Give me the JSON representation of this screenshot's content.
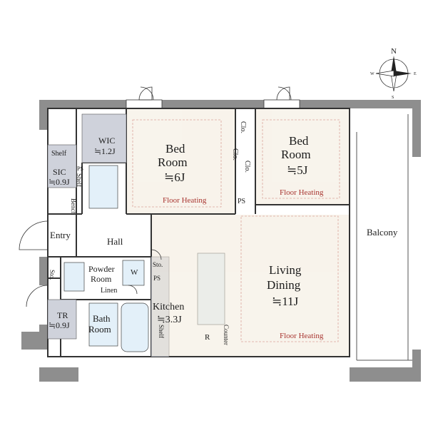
{
  "compass": {
    "n": "N",
    "s": "S",
    "e": "E",
    "w": "W"
  },
  "rooms": {
    "bed1": {
      "name_line1": "Bed",
      "name_line2": "Room",
      "size": "≒6J",
      "floor_heating": "Floor Heating"
    },
    "bed2": {
      "name_line1": "Bed",
      "name_line2": "Room",
      "size": "≒5J",
      "floor_heating": "Floor Heating"
    },
    "living": {
      "name_line1": "Living",
      "name_line2": "Dining",
      "size": "≒11J",
      "floor_heating": "Floor Heating"
    },
    "kitchen": {
      "name": "Kitchen",
      "size": "≒3.3J"
    },
    "wic": {
      "name": "WIC",
      "size": "≒1.2J"
    },
    "sic": {
      "name": "SIC",
      "size": "≒0.9J"
    },
    "tr": {
      "name": "TR",
      "size": "≒0.9J"
    },
    "hall": {
      "name": "Hall"
    },
    "entry": {
      "name": "Entry"
    },
    "powder": {
      "name_line1": "Powder",
      "name_line2": "Room"
    },
    "bath": {
      "name_line1": "Bath",
      "name_line2": "Room"
    },
    "balcony": {
      "name": "Balcony"
    }
  },
  "small_labels": {
    "shelf_top": "Shelf",
    "shelf_vertical": "Shelf",
    "shelf_kitchen": "Shelf",
    "bench": "Bench",
    "ps1": "PS",
    "ps2": "PS",
    "ps3": "PS",
    "sto1": "Sto.",
    "sto2": "Sto.",
    "clo1": "Clo.",
    "clo2": "Clo.",
    "clo3": "Clo.",
    "linen": "Linen",
    "washer": "W",
    "fridge": "R",
    "counter": "Counter"
  }
}
